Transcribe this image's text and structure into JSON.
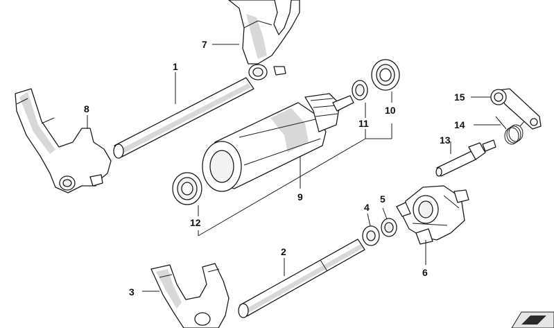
{
  "callouts": {
    "c1": "1",
    "c2": "2",
    "c3": "3",
    "c4": "4",
    "c5": "5",
    "c6": "6",
    "c7": "7",
    "c8": "8",
    "c9": "9",
    "c10": "10",
    "c11": "11",
    "c12": "12",
    "c13": "13",
    "c14": "14",
    "c15": "15"
  },
  "colors": {
    "line": "#1a1a1a",
    "fill": "#ffffff",
    "shade": "#d8d8d8",
    "badge": "#e6e6e6"
  }
}
